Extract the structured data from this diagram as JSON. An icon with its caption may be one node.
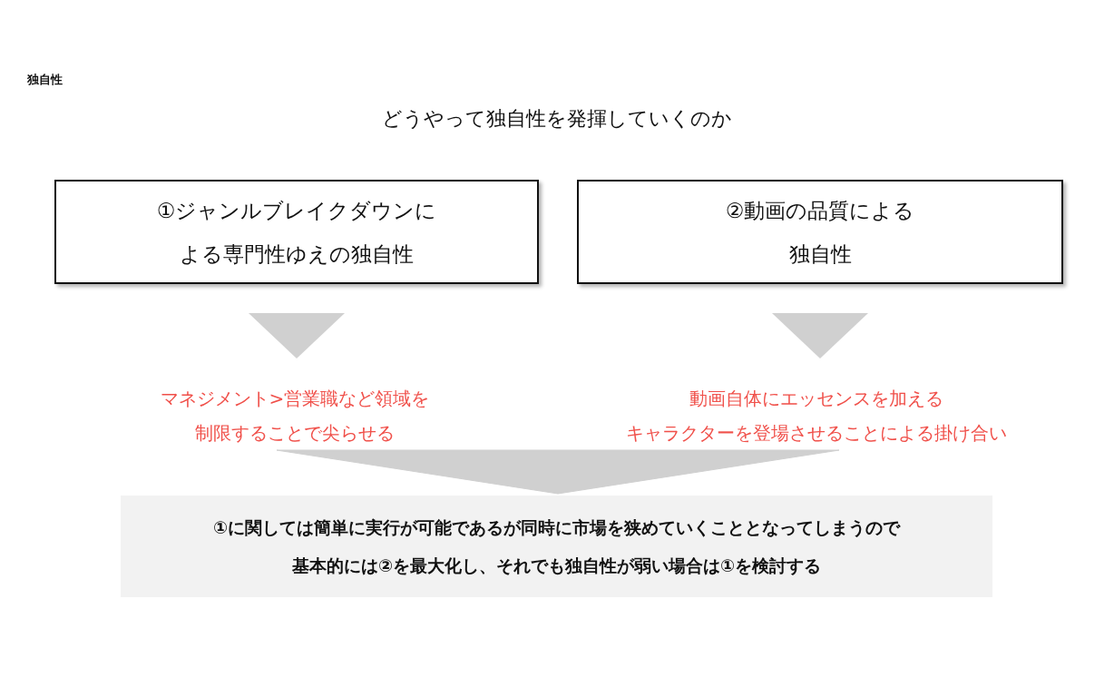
{
  "diagram": {
    "title": "どうやって独自性を発揮していくのか",
    "nodes": [
      {
        "text": [
          "①ジャンルブレイクダウンによる専門性ゆえの独自性"
        ]
      },
      {
        "text": [
          "②動画の品質による独自性"
        ]
      },
      {
        "text": [
          "マネジメント>営業職など領域を制限することで尖らせる"
        ]
      },
      {
        "text": [
          "動画自体にエッセンスを加える",
          "キャラクターを登場させることによる掛け合い"
        ]
      },
      {
        "text": [
          "①に関しては簡単に実行が可能であるが同時に市場を狭めていくこととなってしまうので基本的には②を最大化し、それでも独自性が弱い場合は①を検討する"
        ]
      }
    ],
    "edges": [
      {
        "from": 0,
        "to": 2,
        "arrow": "to"
      },
      {
        "from": 1,
        "to": 3,
        "arrow": "to"
      },
      {
        "from": 2,
        "to": 4,
        "arrow": "to"
      },
      {
        "from": 3,
        "to": 4,
        "arrow": "to"
      }
    ],
    "labels": [
      "独自性"
    ]
  }
}
